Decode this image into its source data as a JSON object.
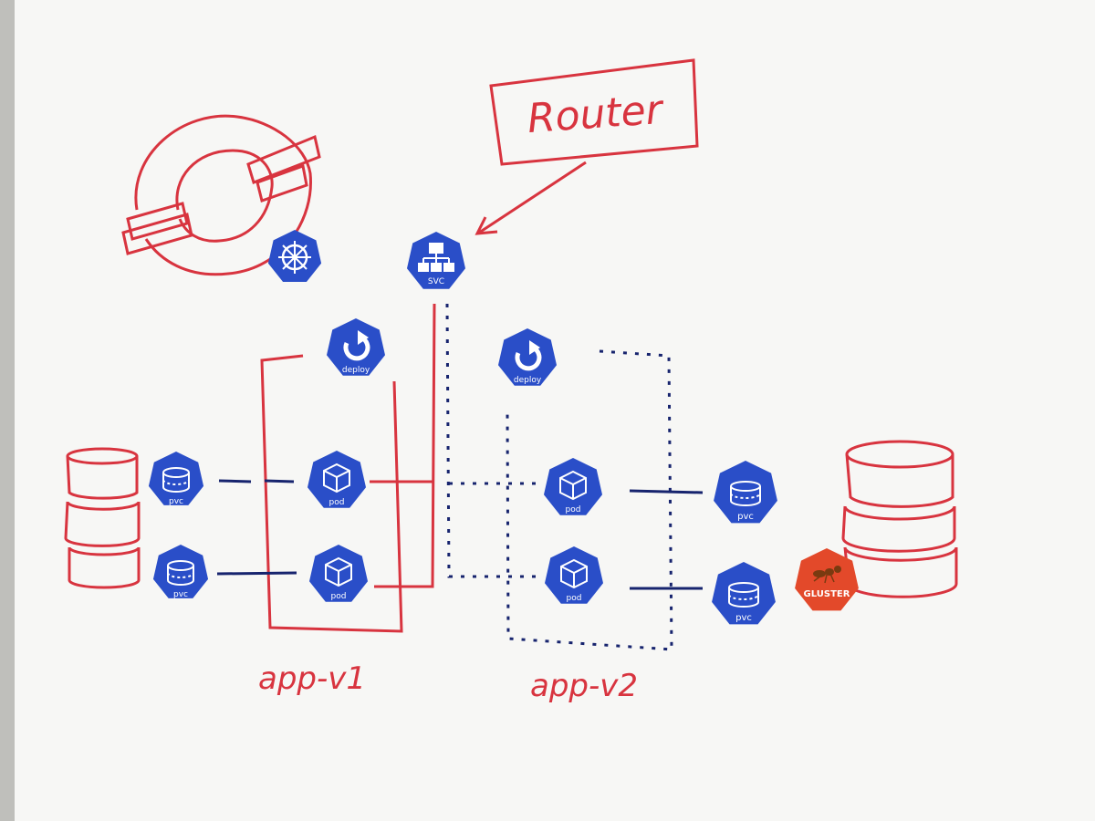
{
  "colors": {
    "marker_red": "#d8343f",
    "marker_blue": "#17246e",
    "k8s_blue": "#2a4ec8",
    "gluster_red": "#e3492a",
    "whiteboard": "#f7f7f5"
  },
  "router_label": "Router",
  "service": {
    "label": "svc",
    "icon": "sitemap-icon"
  },
  "app_v1": {
    "label": "app-v1",
    "deploy_label": "deploy",
    "pods": [
      "pod",
      "pod"
    ],
    "pvcs": [
      "pvc",
      "pvc"
    ]
  },
  "app_v2": {
    "label": "app-v2",
    "deploy_label": "deploy",
    "pods": [
      "pod",
      "pod"
    ],
    "pvcs": [
      "pvc",
      "pvc"
    ]
  },
  "storage_label": "GLUSTER",
  "icons": {
    "cluster": "openshift-logo-icon",
    "kubernetes": "kubernetes-helm-icon",
    "deploy": "rotate-icon",
    "pod": "cube-icon",
    "pvc": "volume-icon",
    "storage": "database-stack-icon",
    "gluster": "gluster-ant-icon"
  }
}
